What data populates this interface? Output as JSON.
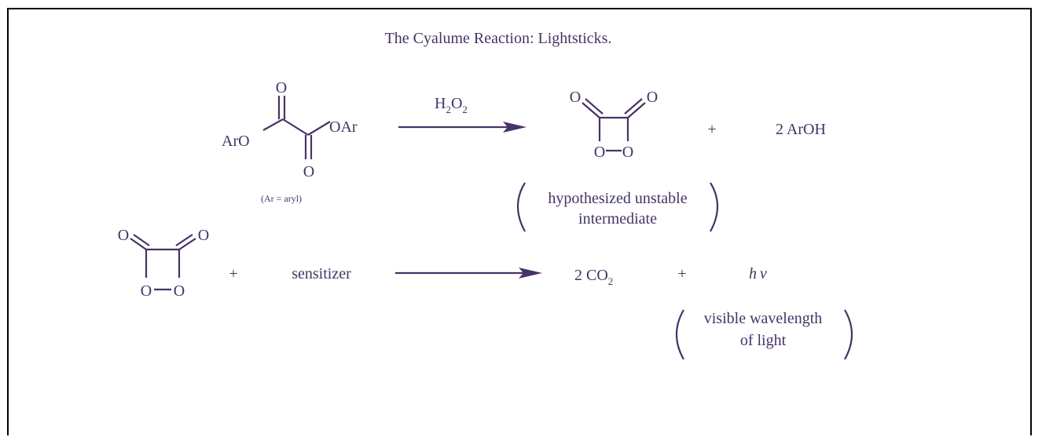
{
  "title": "The Cyalume Reaction:  Lightsticks.",
  "colors": {
    "ink": "#473366",
    "frame": "#000000"
  },
  "reaction1": {
    "reactant": {
      "aryloxy_left": "ArO",
      "aryloxy_right": "OAr",
      "oxygen": "O",
      "note": "(Ar = aryl)"
    },
    "reagent": {
      "base": "H",
      "sub1": "2",
      "mid": "O",
      "sub2": "2"
    },
    "intermediate": {
      "oxygen": "O",
      "label_line1": "hypothesized unstable",
      "label_line2": "intermediate"
    },
    "plus": "+",
    "byproduct": "2  ArOH"
  },
  "reaction2": {
    "reactant": {
      "oxygen": "O"
    },
    "plus1": "+",
    "sensitizer": "sensitizer",
    "product_co2": {
      "coef": "2  CO",
      "sub": "2"
    },
    "plus2": "+",
    "light": {
      "h": "h",
      "nu": "ν",
      "label_line1": "visible wavelength",
      "label_line2": "of light"
    }
  }
}
